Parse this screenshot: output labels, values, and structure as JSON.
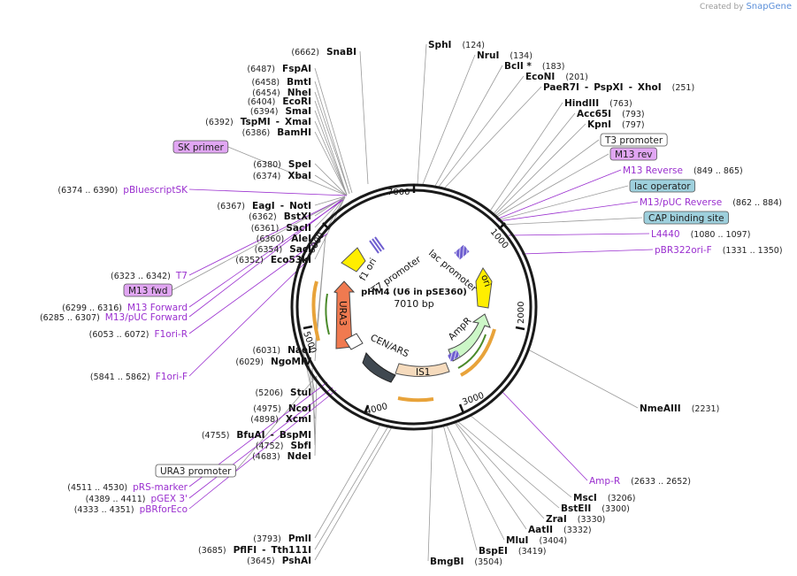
{
  "credit": {
    "prefix": "Created by",
    "brand": "SnapGene"
  },
  "plasmid": {
    "name": "pHM4 (U6 in pSE360)",
    "length": "7010 bp"
  },
  "ticks": [
    "1000",
    "2000",
    "3000",
    "4000",
    "5000",
    "6000",
    "7000"
  ],
  "features": [
    {
      "label": "f1 ori"
    },
    {
      "label": "T7 promoter"
    },
    {
      "label": "lac promoter"
    },
    {
      "label": "ori"
    },
    {
      "label": "URA3"
    },
    {
      "label": "CEN/ARS"
    },
    {
      "label": "IS1"
    },
    {
      "label": "AmpR"
    }
  ],
  "left_labels": [
    {
      "pos": "(6662)",
      "name": "SnaBI"
    },
    {
      "pos": "(6487)",
      "name": "FspAI"
    },
    {
      "pos": "(6458)",
      "name": "BmtI"
    },
    {
      "pos": "(6454)",
      "name": "NheI"
    },
    {
      "pos": "(6404)",
      "name": "EcoRI"
    },
    {
      "pos": "(6394)",
      "name": "SmaI"
    },
    {
      "pos": "(6392)",
      "name": "TspMI",
      "sep": "-",
      "name2": "XmaI"
    },
    {
      "pos": "(6386)",
      "name": "BamHI"
    },
    {
      "boxed": "SK primer"
    },
    {
      "pos": "(6380)",
      "name": "SpeI"
    },
    {
      "pos": "(6374)",
      "name": "XbaI"
    },
    {
      "primer": true,
      "pos": "(6374 .. 6390)",
      "name": "pBluescriptSK"
    },
    {
      "pos": "(6367)",
      "name": "EagI",
      "sep": "-",
      "name2": "NotI"
    },
    {
      "pos": "(6362)",
      "name": "BstXI"
    },
    {
      "pos": "(6361)",
      "name": "SacII"
    },
    {
      "pos": "(6360)",
      "name": "AleI"
    },
    {
      "pos": "(6354)",
      "name": "SacI"
    },
    {
      "pos": "(6352)",
      "name": "Eco53kI"
    },
    {
      "primer": true,
      "pos": "(6323 .. 6342)",
      "name": "T7"
    },
    {
      "boxed": "M13 fwd"
    },
    {
      "primer": true,
      "pos": "(6299 .. 6316)",
      "name": "M13 Forward"
    },
    {
      "primer": true,
      "pos": "(6285 .. 6307)",
      "name": "M13/pUC Forward"
    },
    {
      "primer": true,
      "pos": "(6053 .. 6072)",
      "name": "F1ori-R"
    },
    {
      "pos": "(6031)",
      "name": "NaeI"
    },
    {
      "pos": "(6029)",
      "name": "NgoMIV"
    },
    {
      "primer": true,
      "pos": "(5841 .. 5862)",
      "name": "F1ori-F"
    },
    {
      "pos": "(5206)",
      "name": "StuI"
    },
    {
      "pos": "(4975)",
      "name": "NcoI"
    },
    {
      "pos": "(4898)",
      "name": "XcmI"
    },
    {
      "pos": "(4755)",
      "name": "BfuAI",
      "sep": "-",
      "name2": "BspMI"
    },
    {
      "pos": "(4752)",
      "name": "SbfI"
    },
    {
      "pos": "(4683)",
      "name": "NdeI"
    },
    {
      "boxed": "URA3 promoter"
    },
    {
      "primer": true,
      "pos": "(4511 .. 4530)",
      "name": "pRS-marker"
    },
    {
      "primer": true,
      "pos": "(4389 .. 4411)",
      "name": "pGEX 3'"
    },
    {
      "primer": true,
      "pos": "(4333 .. 4351)",
      "name": "pBRforEco"
    },
    {
      "pos": "(3793)",
      "name": "PmlI"
    },
    {
      "pos": "(3685)",
      "name": "PflFI",
      "sep": "-",
      "name2": "Tth111I"
    },
    {
      "pos": "(3645)",
      "name": "PshAI"
    }
  ],
  "right_labels": [
    {
      "name": "SphI",
      "pos": "(124)"
    },
    {
      "name": "NruI",
      "pos": "(134)"
    },
    {
      "name": "BclI *",
      "pos": "(183)"
    },
    {
      "name": "EcoNI",
      "pos": "(201)"
    },
    {
      "name": "PaeR7I",
      "sep": "-",
      "name2": "PspXI",
      "sep2": "-",
      "name3": "XhoI",
      "pos": "(251)"
    },
    {
      "name": "HindIII",
      "pos": "(763)"
    },
    {
      "name": "Acc65I",
      "pos": "(793)"
    },
    {
      "name": "KpnI",
      "pos": "(797)"
    },
    {
      "boxed": "T3 promoter"
    },
    {
      "boxed": "M13 rev",
      "purple": true
    },
    {
      "primer": true,
      "name": "M13 Reverse",
      "pos": "(849 .. 865)"
    },
    {
      "boxed": "lac operator",
      "blue": true
    },
    {
      "primer": true,
      "name": "M13/pUC Reverse",
      "pos": "(862 .. 884)"
    },
    {
      "boxed": "CAP binding site",
      "blue": true
    },
    {
      "primer": true,
      "name": "L4440",
      "pos": "(1080 .. 1097)"
    },
    {
      "primer": true,
      "name": "pBR322ori-F",
      "pos": "(1331 .. 1350)"
    },
    {
      "name": "NmeAIII",
      "pos": "(2231)"
    },
    {
      "primer": true,
      "name": "Amp-R",
      "pos": "(2633 .. 2652)"
    },
    {
      "name": "MscI",
      "pos": "(3206)"
    },
    {
      "name": "BstEII",
      "pos": "(3300)"
    },
    {
      "name": "ZraI",
      "pos": "(3330)"
    },
    {
      "name": "AatII",
      "pos": "(3332)"
    },
    {
      "name": "MluI",
      "pos": "(3404)"
    },
    {
      "name": "BspEI",
      "pos": "(3419)"
    },
    {
      "name": "BmgBI",
      "pos": "(3504)"
    }
  ],
  "colors": {
    "primer": "#9a2fcf",
    "purple_box": "#e1a6f3",
    "blue_box": "#9ed0dd",
    "ori": "#ffee00",
    "f1ori": "#ffee00",
    "ura3": "#f07a50",
    "ampr": "#ccf7c7",
    "is1": "#f6dbbd",
    "cenars": "#3f4850"
  }
}
